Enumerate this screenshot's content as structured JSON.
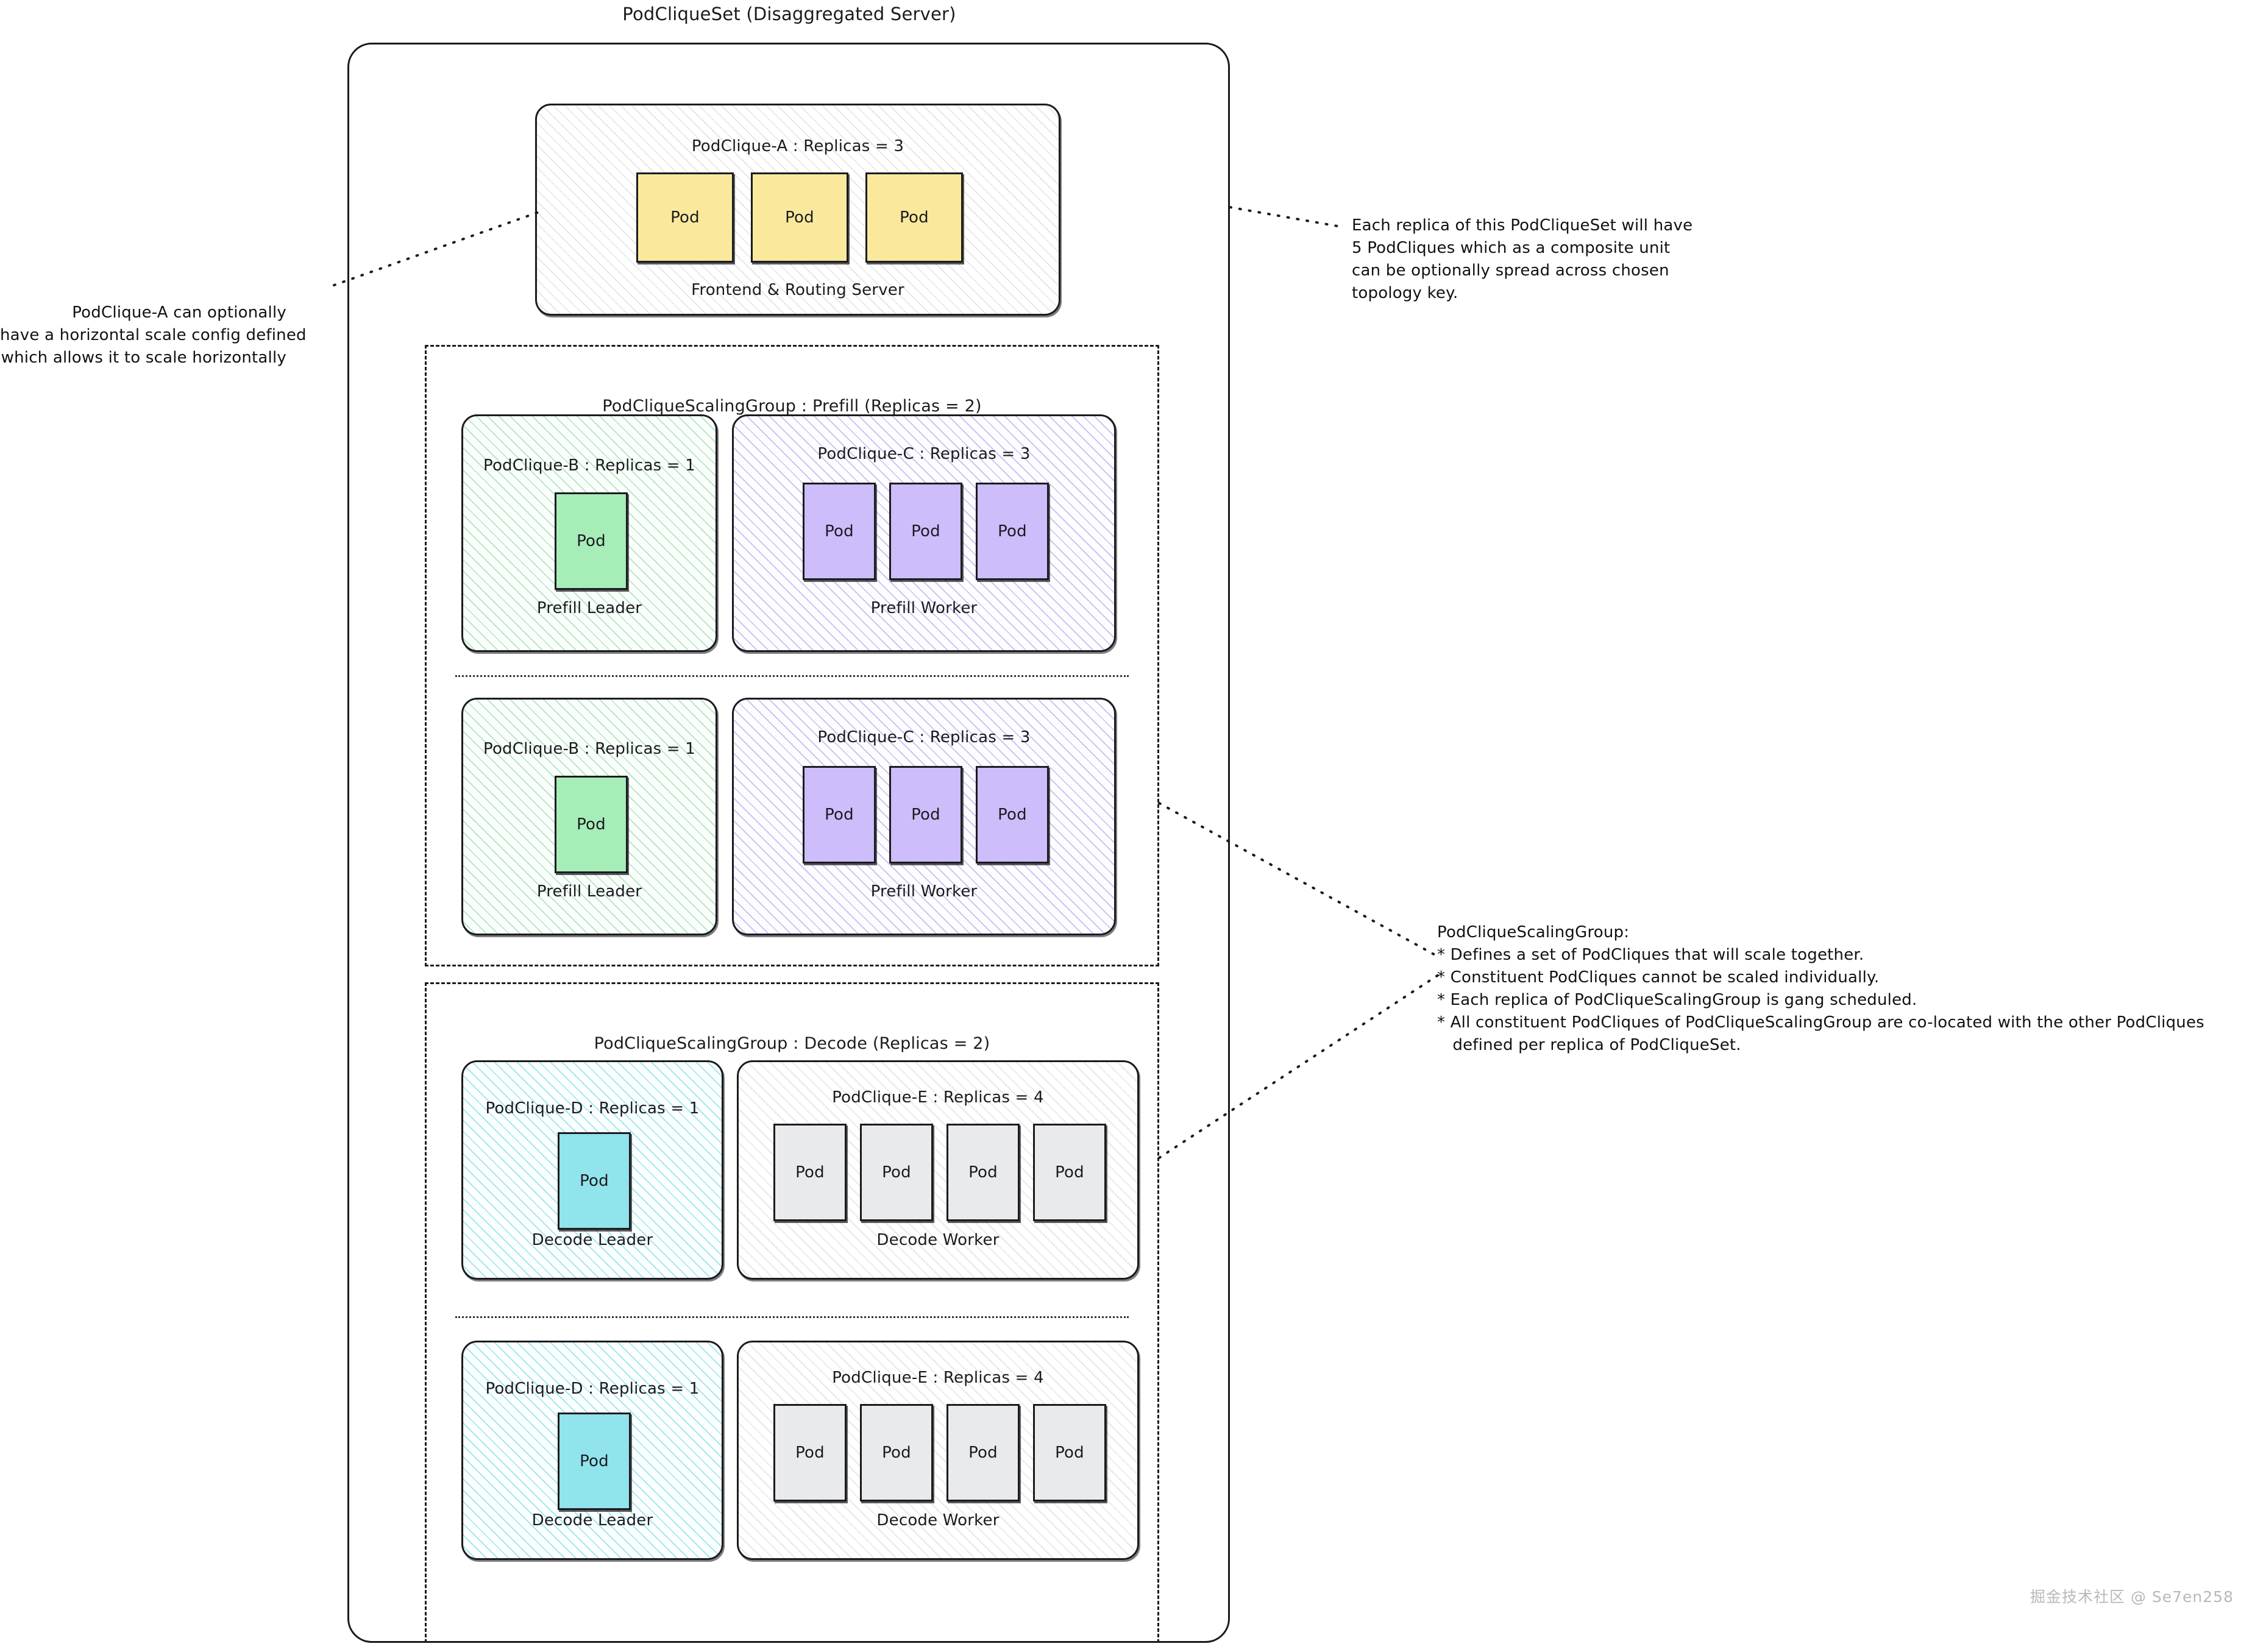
{
  "diagram": {
    "title": "PodCliqueSet (Disaggregated Server)",
    "watermark": "掘金技术社区 @ Se7en258"
  },
  "pod_label": "Pod",
  "podclique_a": {
    "title": "PodClique-A : Replicas = 3",
    "footer": "Frontend & Routing Server",
    "pod_count": 3,
    "pod_color": "#fae99c",
    "hatch": "grey"
  },
  "scaling_groups": [
    {
      "title": "PodCliqueScalingGroup : Prefill (Replicas = 2)",
      "replicas": [
        {
          "cliques": [
            {
              "title": "PodClique-B : Replicas = 1",
              "footer": "Prefill Leader",
              "pod_count": 1,
              "pod_color": "#a6edb8",
              "hatch": "green"
            },
            {
              "title": "PodClique-C : Replicas = 3",
              "footer": "Prefill Worker",
              "pod_count": 3,
              "pod_color": "#cdbdfb",
              "hatch": "purple"
            }
          ]
        },
        {
          "cliques": [
            {
              "title": "PodClique-B : Replicas = 1",
              "footer": "Prefill Leader",
              "pod_count": 1,
              "pod_color": "#a6edb8",
              "hatch": "green"
            },
            {
              "title": "PodClique-C : Replicas = 3",
              "footer": "Prefill Worker",
              "pod_count": 3,
              "pod_color": "#cdbdfb",
              "hatch": "purple"
            }
          ]
        }
      ]
    },
    {
      "title": "PodCliqueScalingGroup : Decode (Replicas = 2)",
      "replicas": [
        {
          "cliques": [
            {
              "title": "PodClique-D : Replicas = 1",
              "footer": "Decode Leader",
              "pod_count": 1,
              "pod_color": "#91e3ec",
              "hatch": "cyan"
            },
            {
              "title": "PodClique-E : Replicas = 4",
              "footer": "Decode Worker",
              "pod_count": 4,
              "pod_color": "#e9eaec",
              "hatch": "grey"
            }
          ]
        },
        {
          "cliques": [
            {
              "title": "PodClique-D : Replicas = 1",
              "footer": "Decode Leader",
              "pod_count": 1,
              "pod_color": "#91e3ec",
              "hatch": "cyan"
            },
            {
              "title": "PodClique-E : Replicas = 4",
              "footer": "Decode Worker",
              "pod_count": 4,
              "pod_color": "#e9eaec",
              "hatch": "grey"
            }
          ]
        }
      ]
    }
  ],
  "notes": {
    "left_podclique_a": "PodClique-A can optionally\nhave a horizontal scale config defined\nwhich allows it to scale horizontally",
    "right_podcliqueset": "Each replica of this PodCliqueSet will have\n5 PodCliques which as a composite unit\ncan be optionally spread across chosen\ntopology key.",
    "right_scaling_group": "PodCliqueScalingGroup:\n* Defines a set of PodCliques that will scale together.\n* Constituent PodCliques cannot be scaled individually.\n* Each replica of PodCliqueScalingGroup is gang scheduled.\n* All constituent PodCliques of PodCliqueScalingGroup are co-located with the other PodCliques\n   defined per replica of PodCliqueSet."
  },
  "colors": {
    "stroke": "#1b1b1f",
    "background": "#ffffff"
  }
}
